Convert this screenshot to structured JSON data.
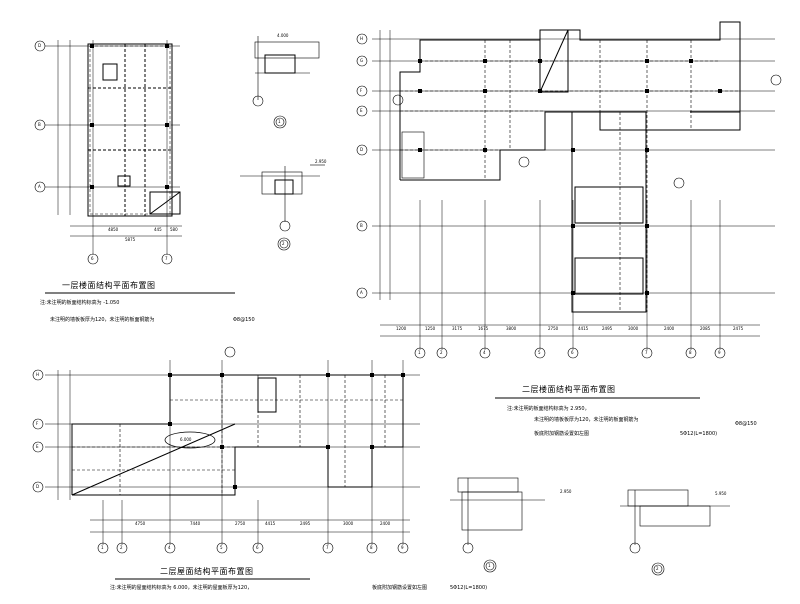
{
  "plans": {
    "plan1": {
      "title": "一层楼面结构平面布置图",
      "note1": "注:未注明的板面结构标高为 -1.050",
      "note2": "未注明的墙板板厚为120，未注明的板面钢筋为",
      "note2_suffix": "Φ8@150",
      "axes_left": [
        "D",
        "B",
        "A"
      ],
      "axes_bottom": [
        "6",
        "7"
      ],
      "dims_bottom": [
        "4850",
        "445",
        "580",
        "5875"
      ]
    },
    "plan2": {
      "title": "二层楼面结构平面布置图",
      "note1": "注:未注明的板面结构标高为 2.950，",
      "note2": "未注明的墙板板厚为120，未注明的板面钢筋为",
      "note2_suffix": "Φ8@150",
      "note3": "板底附加钢筋设置如左图",
      "rebar": "5Φ12(L=1800)",
      "axes_left": [
        "H",
        "G",
        "F",
        "E",
        "D",
        "B",
        "A"
      ],
      "axes_bottom": [
        "1",
        "2",
        "4",
        "5",
        "6",
        "7",
        "8",
        "9"
      ],
      "dims_bottom": [
        "1200",
        "1250",
        "3175",
        "1675",
        "3800",
        "2750",
        "4415",
        "2495",
        "3000",
        "2400",
        "2085",
        "2475"
      ]
    },
    "plan3": {
      "title": "二层屋面结构平面布置图",
      "note1": "注:未注明的屋面结构标高为 6.000，未注明的屋面板厚为120，",
      "note2": "板底附加钢筋设置如左图",
      "rebar": "5Φ12(L=1800)",
      "axes_left": [
        "H",
        "F",
        "E",
        "D"
      ],
      "axes_bottom": [
        "1",
        "2",
        "4",
        "5",
        "6",
        "7",
        "8",
        "9"
      ],
      "elevation": "6.000",
      "dims_bottom": [
        "4750",
        "7440",
        "2750",
        "4415",
        "2495",
        "3000",
        "2400"
      ]
    }
  },
  "details": {
    "d1": {
      "label": "1",
      "elev": "4.000"
    },
    "d2": {
      "label": "2",
      "elev": "2.950"
    },
    "d3": {
      "label": "1",
      "elev": "2.950"
    },
    "d4": {
      "label": "2",
      "elev": "5.950"
    }
  }
}
